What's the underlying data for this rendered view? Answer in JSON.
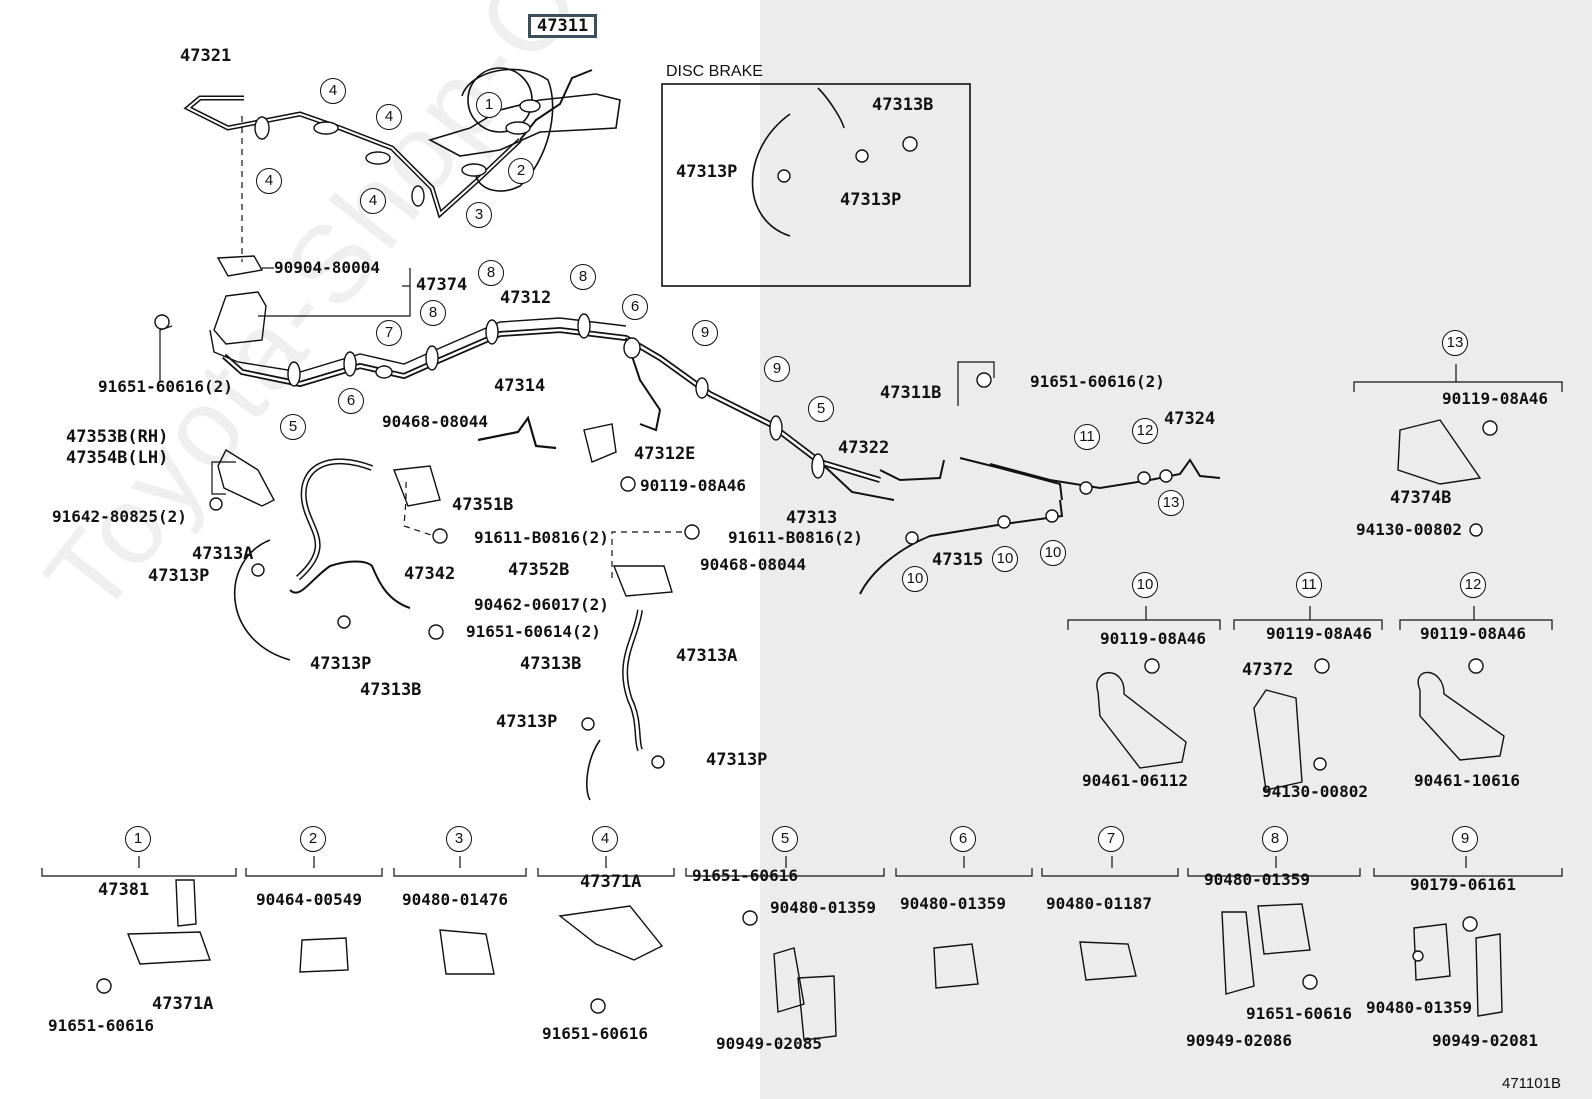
{
  "highlighted_part": "47311",
  "inset_title": "DISC BRAKE",
  "diagram_code": "471101B",
  "watermark": "Toyota-Shop-Online.ru",
  "callouts": [
    "1",
    "2",
    "3",
    "4",
    "5",
    "6",
    "7",
    "8",
    "9",
    "10",
    "11",
    "12",
    "13"
  ],
  "labels": {
    "p47321": "47321",
    "p90904": "90904-80004",
    "p47374": "47374",
    "p47312": "47312",
    "p91651_216": "91651-60616(2)",
    "p47314": "47314",
    "p90468a": "90468-08044",
    "p47353": "47353B(RH)",
    "p47354": "47354B(LH)",
    "p91642": "91642-80825(2)",
    "p47351": "47351B",
    "p47312e": "47312E",
    "p90119a": "90119-08A46",
    "p91611a": "91611-B0816(2)",
    "p91611b": "91611-B0816(2)",
    "p47313a_l": "47313A",
    "p47313p_l": "47313P",
    "p47342": "47342",
    "p47352": "47352B",
    "p90468b": "90468-08044",
    "p90462": "90462-06017(2)",
    "p91651_614": "91651-60614(2)",
    "p47313p_m": "47313P",
    "p47313b_m": "47313B",
    "p47313b_c": "47313B",
    "p47313a_c": "47313A",
    "p47313p_c1": "47313P",
    "p47313p_c2": "47313P",
    "p47313b_d": "47313B",
    "p47313p_d1": "47313P",
    "p47313p_d2": "47313P",
    "p91651_216b": "91651-60616(2)",
    "p47311b": "47311B",
    "p47322": "47322",
    "p47313": "47313",
    "p47324": "47324",
    "p47315": "47315",
    "p90119_13": "90119-08A46",
    "p47374b": "47374B",
    "p94130_13": "94130-00802",
    "p90119_10": "90119-08A46",
    "p90461_10": "90461-06112",
    "p90119_11": "90119-08A46",
    "p47372": "47372",
    "p94130_11": "94130-00802",
    "p90119_12": "90119-08A46",
    "p90461_12": "90461-10616",
    "p47381": "47381",
    "p91651_1": "91651-60616",
    "p47371a_1": "47371A",
    "p90464": "90464-00549",
    "p90480_3": "90480-01476",
    "p47371a_4": "47371A",
    "p91651_4": "91651-60616",
    "p91651_5": "91651-60616",
    "p90480_5": "90480-01359",
    "p90949_5": "90949-02085",
    "p90480_6": "90480-01359",
    "p90480_7": "90480-01187",
    "p90480_8": "90480-01359",
    "p91651_8": "91651-60616",
    "p90949_8": "90949-02086",
    "p90179": "90179-06161",
    "p90480_9": "90480-01359",
    "p90949_9": "90949-02081"
  }
}
